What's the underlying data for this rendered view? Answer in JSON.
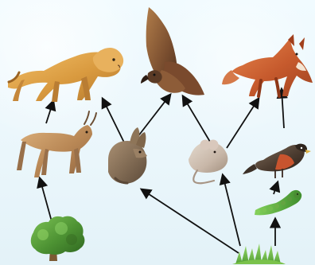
{
  "diagram": {
    "nodes": [
      {
        "id": "mountain-lion",
        "label": "",
        "icon": "mountain-lion-icon",
        "color": "#d89b3f"
      },
      {
        "id": "hawk",
        "label": "",
        "icon": "hawk-icon",
        "color": "#8a5a37"
      },
      {
        "id": "fox",
        "label": "",
        "icon": "fox-icon",
        "color": "#c45b2f"
      },
      {
        "id": "deer",
        "label": "",
        "icon": "deer-icon",
        "color": "#b88755"
      },
      {
        "id": "rabbit",
        "label": "",
        "icon": "rabbit-icon",
        "color": "#7f6a4f"
      },
      {
        "id": "mouse",
        "label": "",
        "icon": "mouse-icon",
        "color": "#b8a796"
      },
      {
        "id": "robin",
        "label": "",
        "icon": "robin-icon",
        "color": "#5f4b3d"
      },
      {
        "id": "caterpillar",
        "label": "",
        "icon": "caterpillar-icon",
        "color": "#5fae43"
      },
      {
        "id": "tree",
        "label": "",
        "icon": "tree-icon",
        "color": "#4a8a2f"
      },
      {
        "id": "grass",
        "label": "",
        "icon": "grass-icon",
        "color": "#69b642"
      }
    ],
    "edges": [
      {
        "from": "deer",
        "to": "mountain-lion"
      },
      {
        "from": "rabbit",
        "to": "mountain-lion"
      },
      {
        "from": "rabbit",
        "to": "hawk"
      },
      {
        "from": "mouse",
        "to": "hawk"
      },
      {
        "from": "mouse",
        "to": "fox"
      },
      {
        "from": "robin",
        "to": "fox"
      },
      {
        "from": "tree",
        "to": "deer"
      },
      {
        "from": "grass",
        "to": "rabbit"
      },
      {
        "from": "grass",
        "to": "mouse"
      },
      {
        "from": "grass",
        "to": "caterpillar"
      },
      {
        "from": "caterpillar",
        "to": "robin"
      }
    ]
  }
}
